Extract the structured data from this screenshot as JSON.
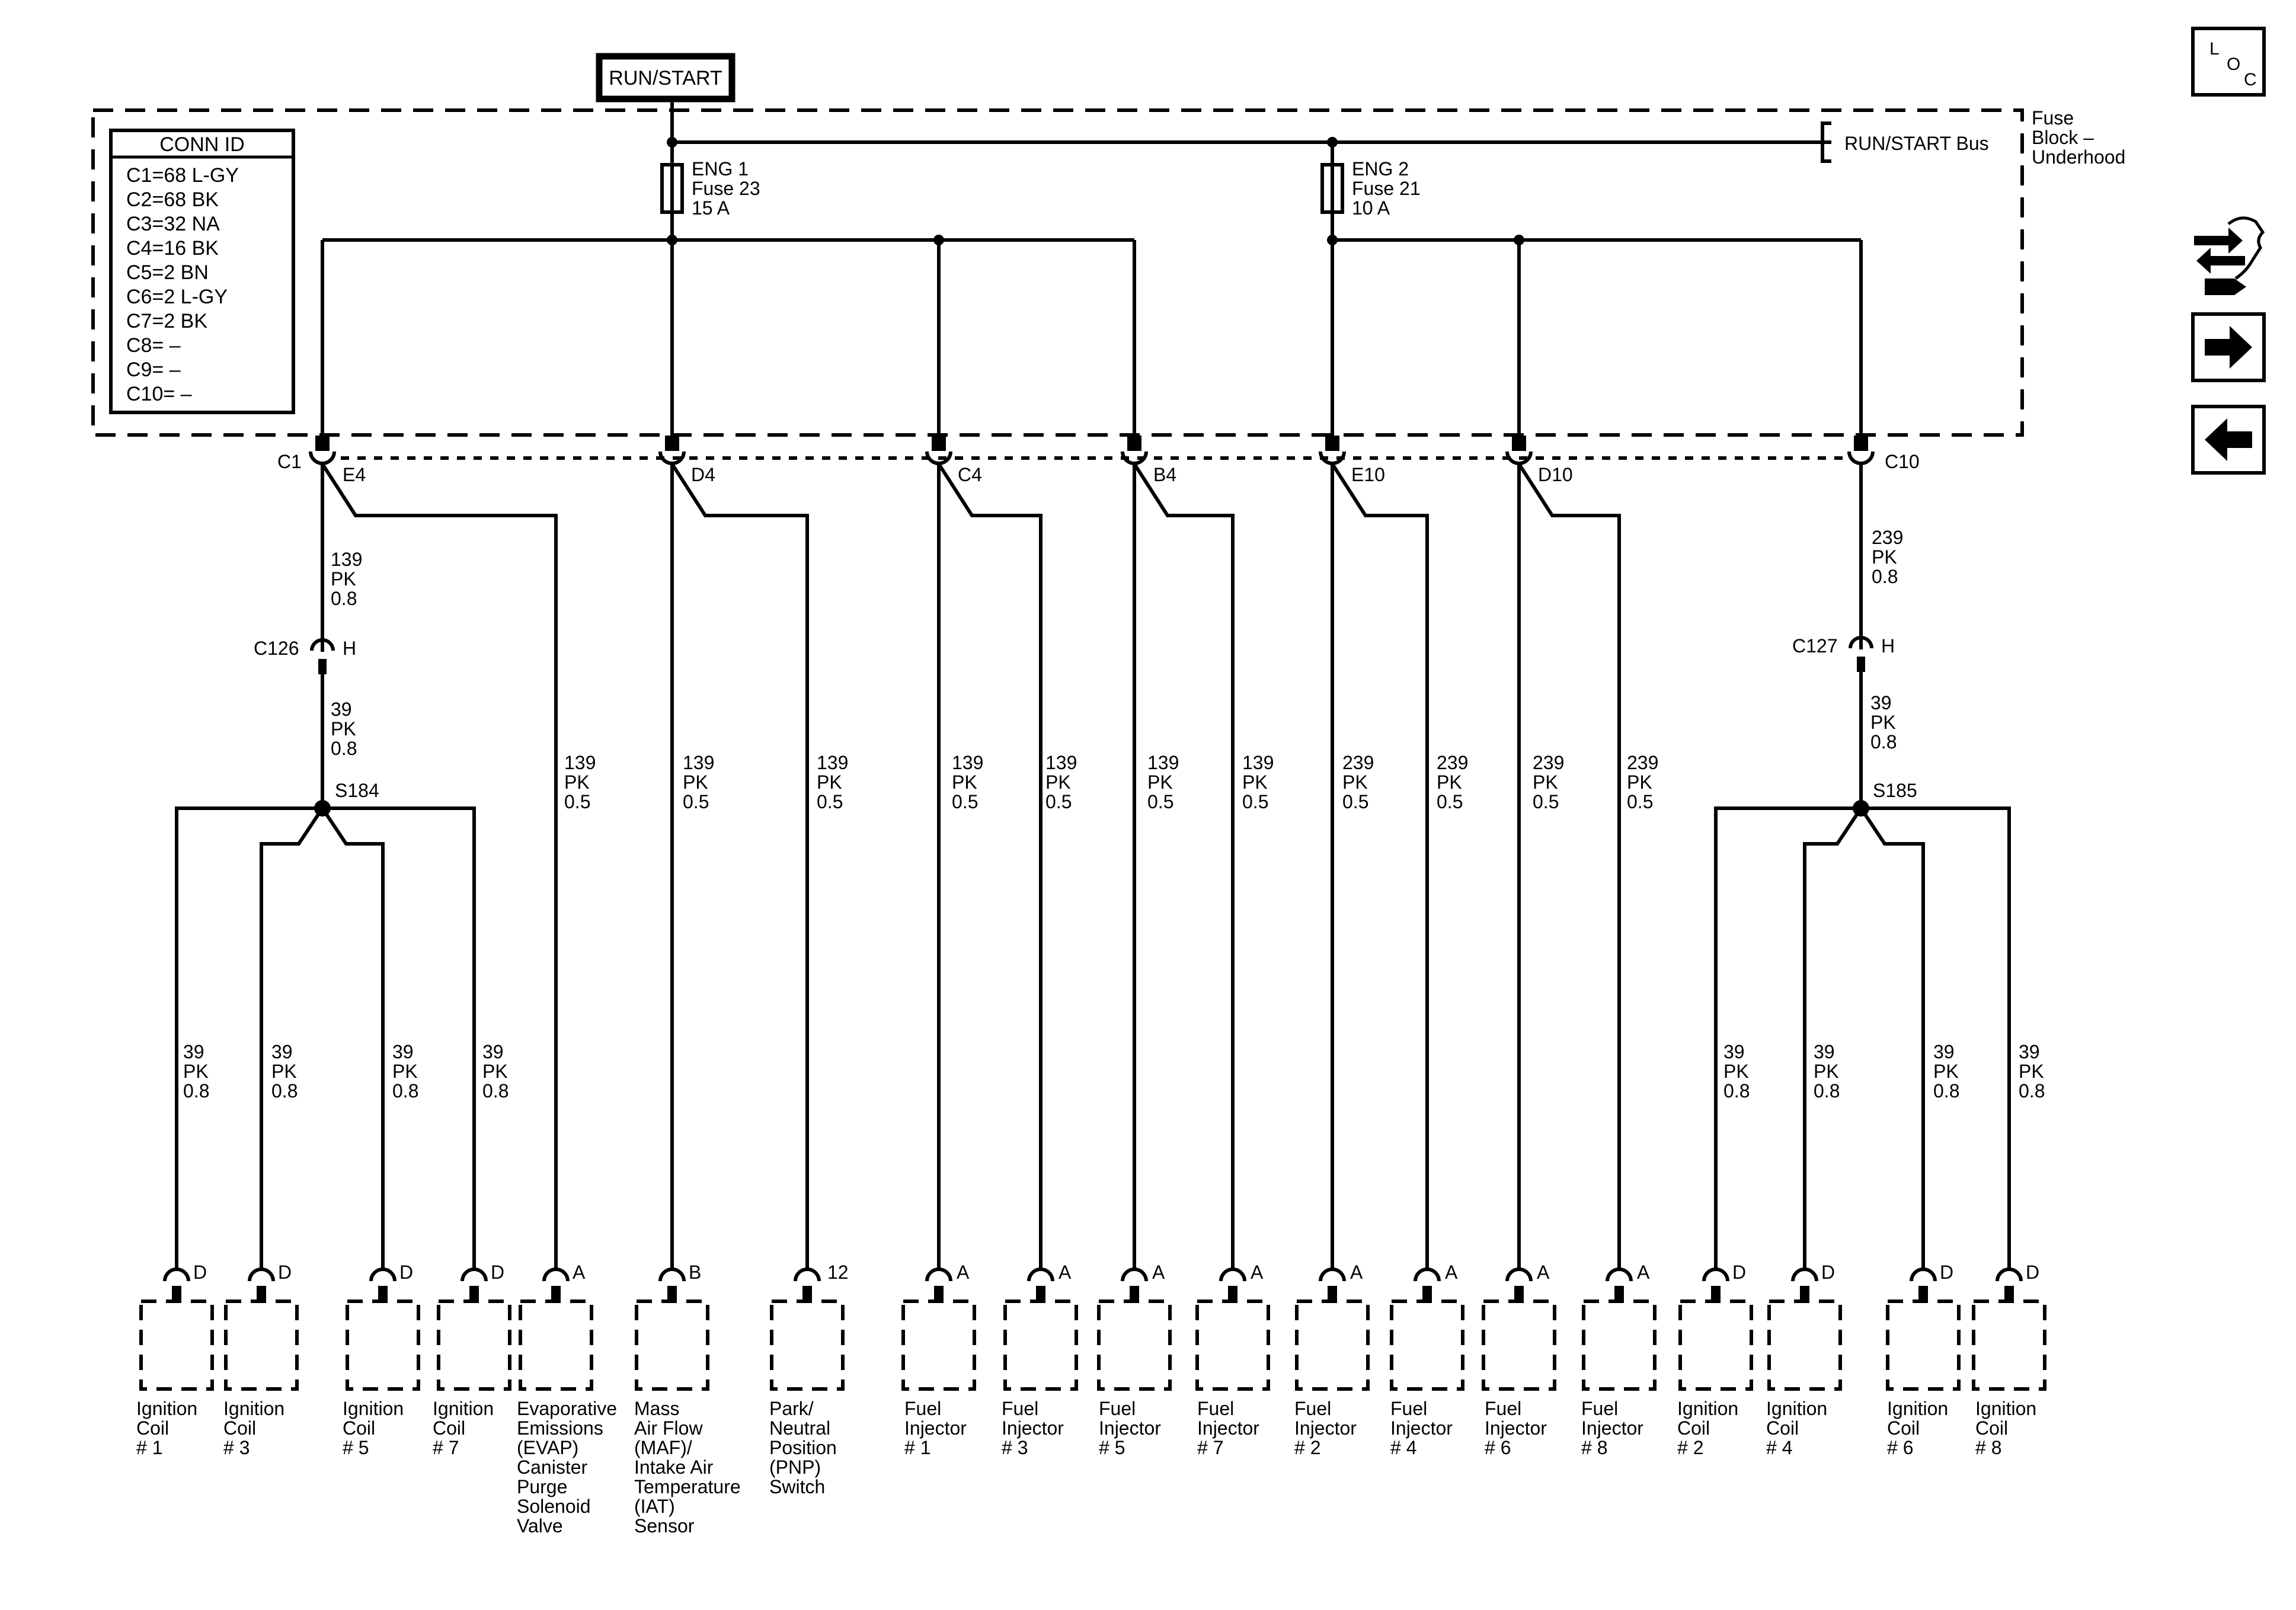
{
  "power": {
    "label": "RUN/START"
  },
  "fuse_block": {
    "label_lines": [
      "Fuse",
      "Block –",
      "Underhood"
    ],
    "bus_label": "RUN/START Bus",
    "fuses": [
      {
        "lines": [
          "ENG 1",
          "Fuse 23",
          "15 A"
        ]
      },
      {
        "lines": [
          "ENG 2",
          "Fuse 21",
          "10 A"
        ]
      }
    ]
  },
  "conn_id": {
    "title": "CONN ID",
    "rows": [
      "C1=68 L-GY",
      "C2=68 BK",
      "C3=32 NA",
      "C4=16 BK",
      "C5=2 BN",
      "C6=2 L-GY",
      "C7=2 BK",
      "C8= –",
      "C9= –",
      "C10= –"
    ]
  },
  "connector_pins": {
    "c1": "C1",
    "e4": "E4",
    "d4": "D4",
    "c4": "C4",
    "b4": "B4",
    "e10": "E10",
    "d10": "D10",
    "c10": "C10"
  },
  "inline_connectors": [
    {
      "name": "C126",
      "pin": "H"
    },
    {
      "name": "C127",
      "pin": "H"
    }
  ],
  "splices": [
    "S184",
    "S185"
  ],
  "wires": {
    "c1_to_c126": [
      "139",
      "PK",
      "0.8"
    ],
    "c126_to_s184": [
      "39",
      "PK",
      "0.8"
    ],
    "c10_to_c127": [
      "239",
      "PK",
      "0.8"
    ],
    "c127_to_s185": [
      "39",
      "PK",
      "0.8"
    ],
    "vertical_circuits": [
      [
        "139",
        "PK",
        "0.5"
      ],
      [
        "139",
        "PK",
        "0.5"
      ],
      [
        "139",
        "PK",
        "0.5"
      ],
      [
        "139",
        "PK",
        "0.5"
      ],
      [
        "139",
        "PK",
        "0.5"
      ],
      [
        "139",
        "PK",
        "0.5"
      ],
      [
        "139",
        "PK",
        "0.5"
      ],
      [
        "239",
        "PK",
        "0.5"
      ],
      [
        "239",
        "PK",
        "0.5"
      ],
      [
        "239",
        "PK",
        "0.5"
      ],
      [
        "239",
        "PK",
        "0.5"
      ]
    ],
    "coil_circuit": [
      "39",
      "PK",
      "0.8"
    ]
  },
  "components": [
    {
      "pin": "D",
      "lines": [
        "Ignition",
        "Coil",
        "# 1"
      ]
    },
    {
      "pin": "D",
      "lines": [
        "Ignition",
        "Coil",
        "# 3"
      ]
    },
    {
      "pin": "D",
      "lines": [
        "Ignition",
        "Coil",
        "# 5"
      ]
    },
    {
      "pin": "D",
      "lines": [
        "Ignition",
        "Coil",
        "# 7"
      ]
    },
    {
      "pin": "A",
      "lines": [
        "Evaporative",
        "Emissions",
        "(EVAP)",
        "Canister",
        "Purge",
        "Solenoid",
        "Valve"
      ]
    },
    {
      "pin": "B",
      "lines": [
        "Mass",
        "Air Flow",
        "(MAF)/",
        "Intake Air",
        "Temperature",
        "(IAT)",
        "Sensor"
      ]
    },
    {
      "pin": "12",
      "lines": [
        "Park/",
        "Neutral",
        "Position",
        "(PNP)",
        "Switch"
      ]
    },
    {
      "pin": "A",
      "lines": [
        "Fuel",
        "Injector",
        "# 1"
      ]
    },
    {
      "pin": "A",
      "lines": [
        "Fuel",
        "Injector",
        "# 3"
      ]
    },
    {
      "pin": "A",
      "lines": [
        "Fuel",
        "Injector",
        "# 5"
      ]
    },
    {
      "pin": "A",
      "lines": [
        "Fuel",
        "Injector",
        "# 7"
      ]
    },
    {
      "pin": "A",
      "lines": [
        "Fuel",
        "Injector",
        "# 2"
      ]
    },
    {
      "pin": "A",
      "lines": [
        "Fuel",
        "Injector",
        "# 4"
      ]
    },
    {
      "pin": "A",
      "lines": [
        "Fuel",
        "Injector",
        "# 6"
      ]
    },
    {
      "pin": "A",
      "lines": [
        "Fuel",
        "Injector",
        "# 8"
      ]
    },
    {
      "pin": "D",
      "lines": [
        "Ignition",
        "Coil",
        "# 2"
      ]
    },
    {
      "pin": "D",
      "lines": [
        "Ignition",
        "Coil",
        "# 4"
      ]
    },
    {
      "pin": "D",
      "lines": [
        "Ignition",
        "Coil",
        "# 6"
      ]
    },
    {
      "pin": "D",
      "lines": [
        "Ignition",
        "Coil",
        "# 8"
      ]
    }
  ],
  "nav": {
    "loc_letters": [
      "L",
      "O",
      "C"
    ],
    "icons": [
      "schematic-legend-icon",
      "next-arrow-icon",
      "previous-arrow-icon"
    ]
  }
}
